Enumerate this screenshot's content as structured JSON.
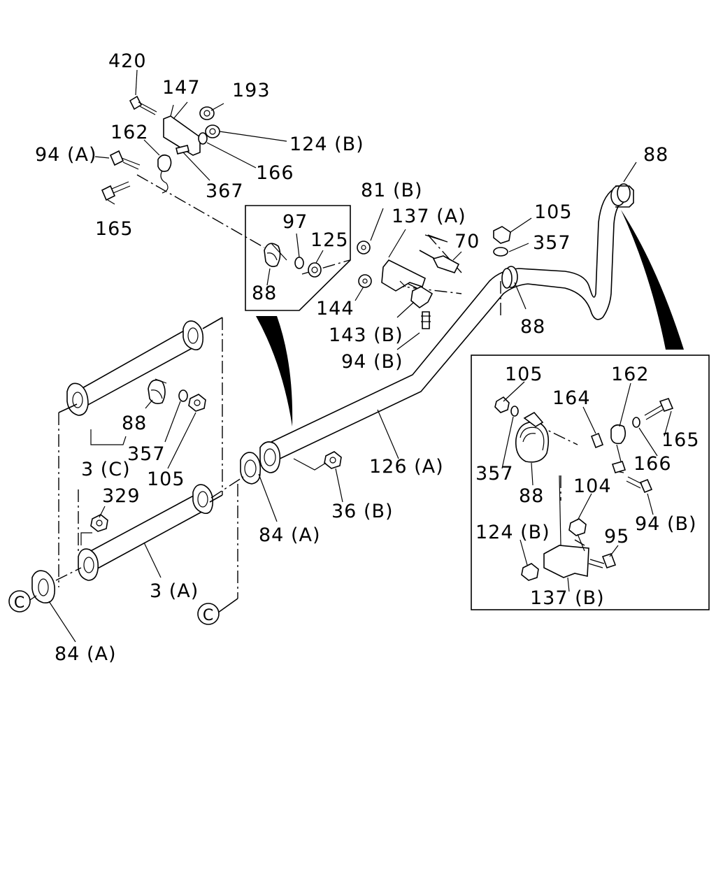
{
  "callouts": {
    "c420": "420",
    "c147": "147",
    "c193": "193",
    "c162_top": "162",
    "c124b_top": "124 (B)",
    "c94a": "94 (A)",
    "c166_top": "166",
    "c367": "367",
    "c165_top": "165",
    "c97": "97",
    "c125": "125",
    "c88_inset1": "88",
    "c81b": "81 (B)",
    "c137a": "137 (A)",
    "c70": "70",
    "c144": "144",
    "c143b": "143 (B)",
    "c94b_mid": "94 (B)",
    "c105_top": "105",
    "c357_top": "357",
    "c88_mid": "88",
    "c88_topright": "88",
    "c88_left": "88",
    "c357_left": "357",
    "c3c": "3 (C)",
    "c105_left": "105",
    "c329": "329",
    "c3a": "3 (A)",
    "c84a_mid": "84 (A)",
    "c36b": "36 (B)",
    "c126a": "126 (A)",
    "c84a_bottom": "84 (A)",
    "c_ref_left": "C",
    "c_ref_mid": "C",
    "c105_inset2": "105",
    "c162_inset2": "162",
    "c164": "164",
    "c165_inset2": "165",
    "c357_inset2": "357",
    "c166_inset2": "166",
    "c88_inset2": "88",
    "c104": "104",
    "c94b_inset2": "94 (B)",
    "c124b_inset2": "124 (B)",
    "c95": "95",
    "c137b": "137 (B)"
  }
}
